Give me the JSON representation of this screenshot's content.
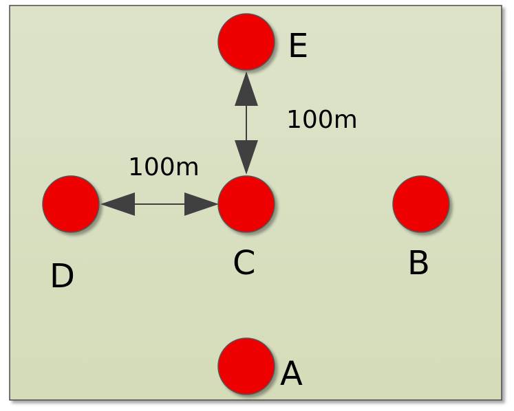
{
  "colors": {
    "panel_fill": "#d8dfc2",
    "panel_border": "#4a4a4a",
    "node_fill": "#ee0000",
    "node_stroke": "#555555",
    "arrow": "#404040"
  },
  "nodes": {
    "A": {
      "label": "A"
    },
    "B": {
      "label": "B"
    },
    "C": {
      "label": "C"
    },
    "D": {
      "label": "D"
    },
    "E": {
      "label": "E"
    }
  },
  "distances": {
    "c_to_e": "100m",
    "c_to_d": "100m"
  }
}
